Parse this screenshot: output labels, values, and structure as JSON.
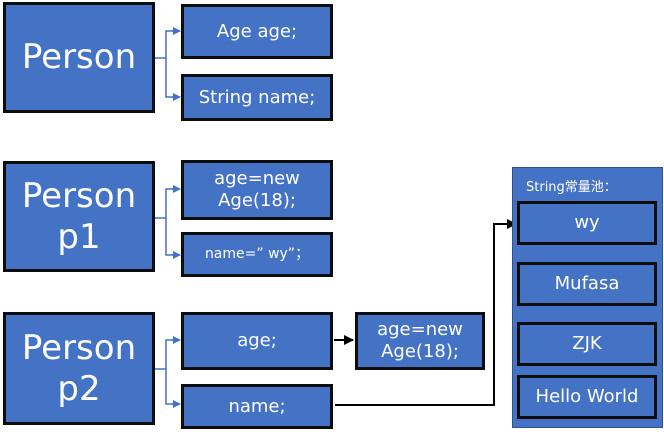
{
  "person_class": {
    "title": "Person",
    "fields": [
      "Age age;",
      "String name;"
    ]
  },
  "person_p1": {
    "title": "Person\np1",
    "fields": [
      "age=new\nAge(18);",
      "name=” wy”；"
    ]
  },
  "person_p2": {
    "title": "Person\np2",
    "fields": [
      "age;",
      "name;"
    ],
    "age_object": "age=new\nAge(18);"
  },
  "string_pool": {
    "title": "String常量池：",
    "items": [
      "wy",
      "Mufasa",
      "ZJK",
      "Hello World"
    ]
  },
  "colors": {
    "box_fill": "#4472c4",
    "box_border": "#0d0d0d",
    "connector": "#4472c4",
    "arrow": "#000000"
  }
}
